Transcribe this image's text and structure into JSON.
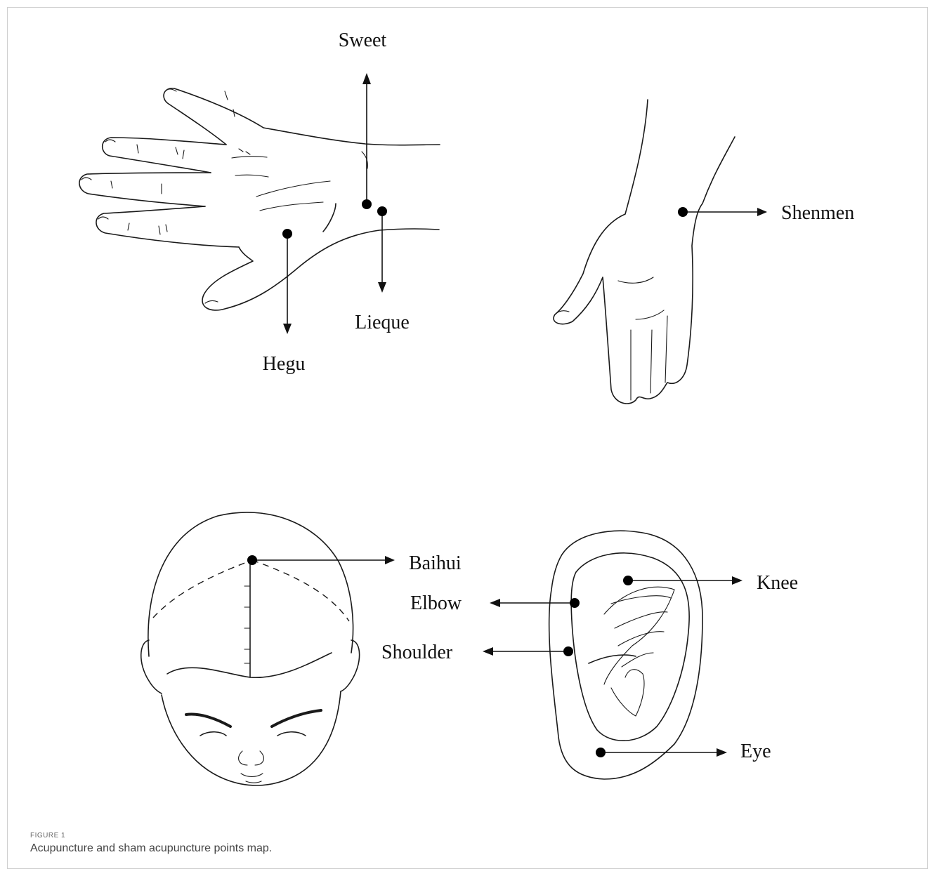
{
  "points": {
    "sweet": "Sweet",
    "lieque": "Lieque",
    "hegu": "Hegu",
    "shenmen": "Shenmen",
    "baihui": "Baihui",
    "elbow": "Elbow",
    "shoulder": "Shoulder",
    "knee": "Knee",
    "eye": "Eye"
  },
  "caption": {
    "label": "FIGURE 1",
    "text": "Acupuncture and sham acupuncture points map."
  }
}
